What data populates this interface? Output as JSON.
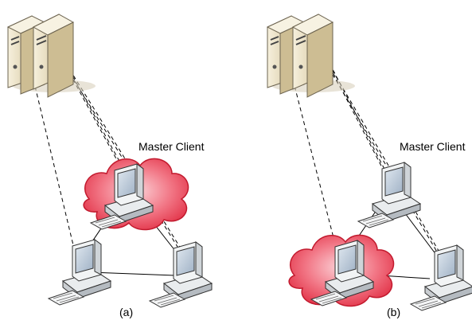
{
  "panels": [
    {
      "id": "a",
      "caption": "(a)",
      "label": "Master Client",
      "highlight": "master"
    },
    {
      "id": "b",
      "caption": "(b)",
      "label": "Master Client",
      "highlight": "left-client"
    }
  ],
  "colors": {
    "cloud_fill": "#ef4d5e",
    "cloud_light": "#f9c6cc",
    "server_body": "#efe6cf",
    "server_side": "#d8c9a3",
    "monitor": "#eef0f2",
    "screen": "#b8c6d6",
    "line": "#000000"
  },
  "icons": [
    "server-pair-icon",
    "computer-icon",
    "cloud-highlight-icon"
  ]
}
